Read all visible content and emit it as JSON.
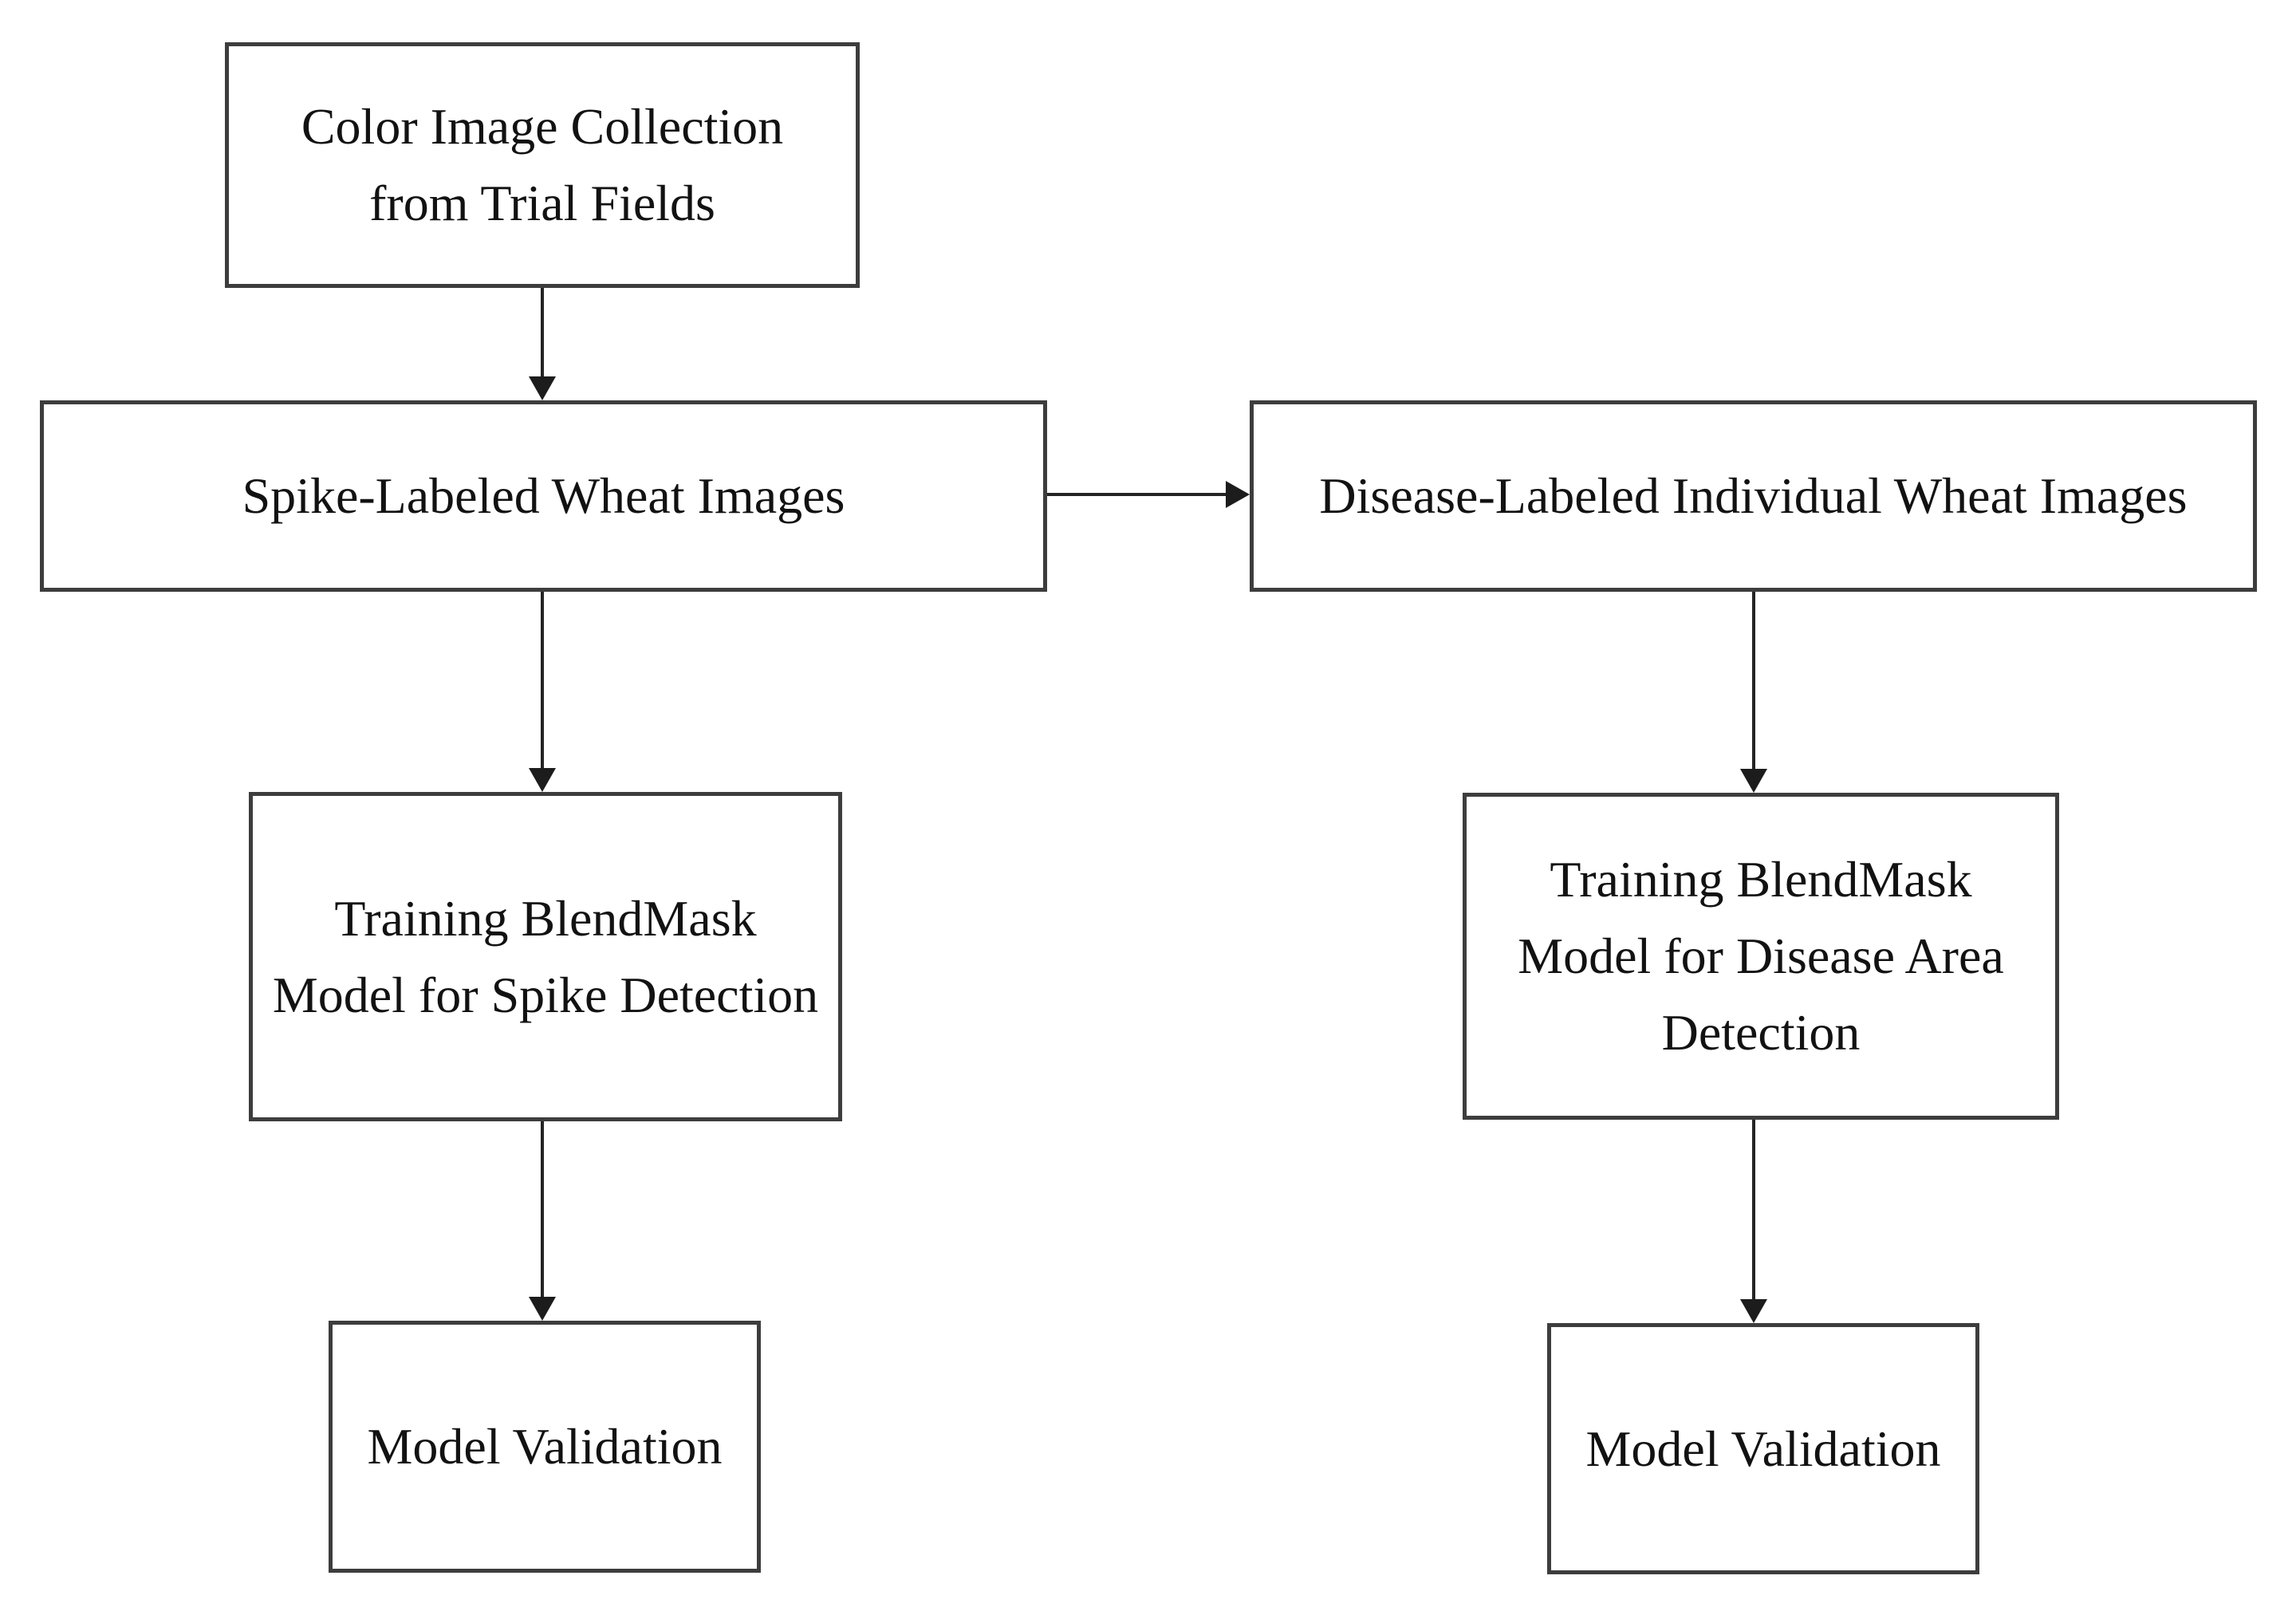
{
  "figure": {
    "kind": "flowchart",
    "description": "Workflow of wheat image collection, labeling, BlendMask model training and validation for spike and disease area detection"
  },
  "colors": {
    "background": "#ffffff",
    "box_border": "#3d3d3d",
    "arrow": "#1c1c1c",
    "text": "#121212"
  },
  "nodes": {
    "collection": {
      "label": "Color Image Collection\nfrom Trial Fields"
    },
    "spike_labeled": {
      "label": "Spike-Labeled Wheat Images"
    },
    "disease_labeled": {
      "label": "Disease-Labeled Individual Wheat Images"
    },
    "train_spike": {
      "label": "Training BlendMask\nModel for Spike Detection"
    },
    "train_disease": {
      "label": "Training BlendMask\nModel for Disease Area\nDetection"
    },
    "validate_spike": {
      "label": "Model Validation"
    },
    "validate_disease": {
      "label": "Model Validation"
    }
  },
  "edges": [
    {
      "from": "collection",
      "to": "spike_labeled",
      "direction": "down"
    },
    {
      "from": "spike_labeled",
      "to": "disease_labeled",
      "direction": "right"
    },
    {
      "from": "spike_labeled",
      "to": "train_spike",
      "direction": "down"
    },
    {
      "from": "disease_labeled",
      "to": "train_disease",
      "direction": "down"
    },
    {
      "from": "train_spike",
      "to": "validate_spike",
      "direction": "down"
    },
    {
      "from": "train_disease",
      "to": "validate_disease",
      "direction": "down"
    }
  ]
}
